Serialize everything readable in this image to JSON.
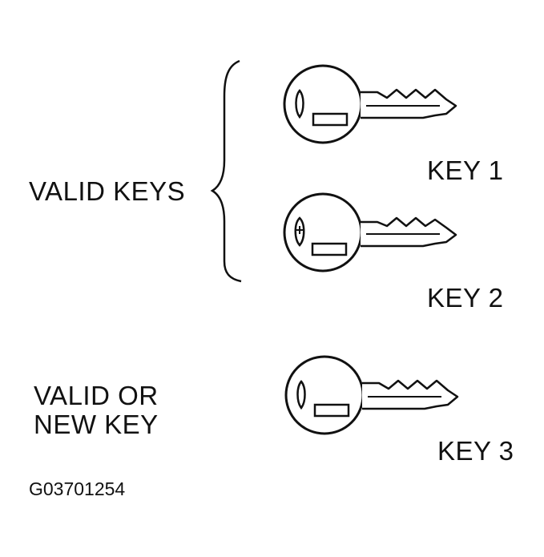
{
  "labels": {
    "valid_keys": "VALID KEYS",
    "valid_or_new_line1": "VALID OR",
    "valid_or_new_line2": "NEW KEY",
    "figure_id": "G03701254"
  },
  "keys": [
    {
      "label": "KEY 1"
    },
    {
      "label": "KEY 2"
    },
    {
      "label": "KEY 3"
    }
  ],
  "colors": {
    "ink": "#111111",
    "background": "#ffffff"
  }
}
